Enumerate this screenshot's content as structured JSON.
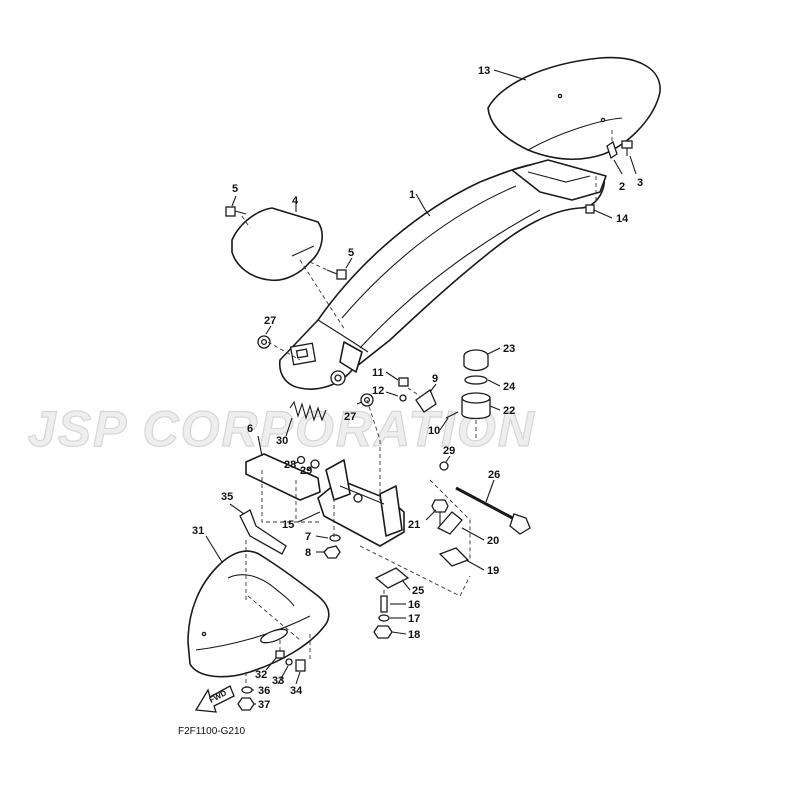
{
  "watermark": "JSP CORPORATION",
  "diagram_code": "F2F1100-G210",
  "fwd_label": "FWD",
  "labels": {
    "n1": "1",
    "n2": "2",
    "n3": "3",
    "n4": "4",
    "n5a": "5",
    "n5b": "5",
    "n6": "6",
    "n7": "7",
    "n8": "8",
    "n9": "9",
    "n10": "10",
    "n11": "11",
    "n12": "12",
    "n13": "13",
    "n14": "14",
    "n15": "15",
    "n16": "16",
    "n17": "17",
    "n18": "18",
    "n19": "19",
    "n20": "20",
    "n21": "21",
    "n22": "22",
    "n23": "23",
    "n24": "24",
    "n25": "25",
    "n26": "26",
    "n27a": "27",
    "n27b": "27",
    "n28": "28",
    "n29a": "29",
    "n29b": "29",
    "n30": "30",
    "n31": "31",
    "n32": "32",
    "n33": "33",
    "n34": "34",
    "n35": "35",
    "n36": "36",
    "n37": "37"
  }
}
